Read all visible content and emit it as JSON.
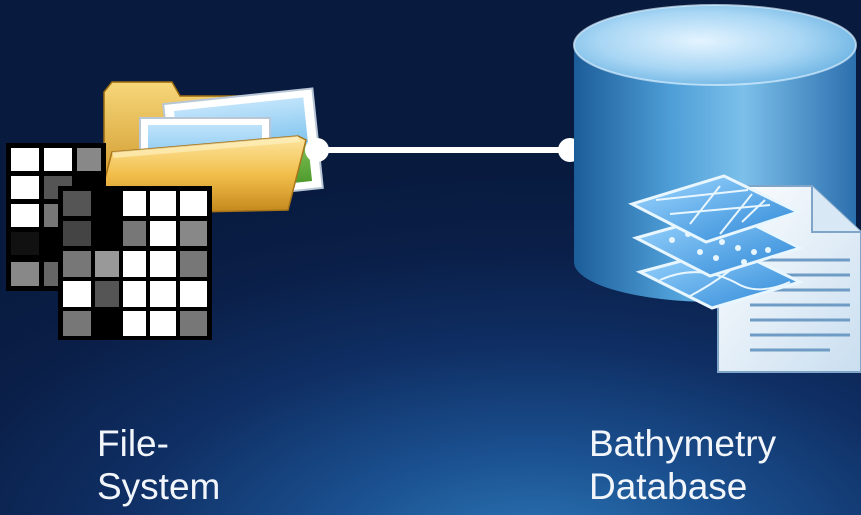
{
  "nodes": {
    "file_system": {
      "label_line1": "File-",
      "label_line2": "System",
      "icons": [
        "raster-grid-icon",
        "folder-icon",
        "image-icon"
      ]
    },
    "database": {
      "label_line1": "Bathymetry",
      "label_line2": "Database",
      "icons": [
        "database-cylinder-icon",
        "map-layers-icon",
        "document-icon"
      ]
    }
  },
  "connector": {
    "type": "line",
    "from": "file_system",
    "to": "database"
  },
  "colors": {
    "background": "#0d2a5c",
    "connector": "#ffffff",
    "caption_text": "#f2f6fb",
    "cylinder": "#5aa9dd",
    "folder": "#f2c24a"
  }
}
